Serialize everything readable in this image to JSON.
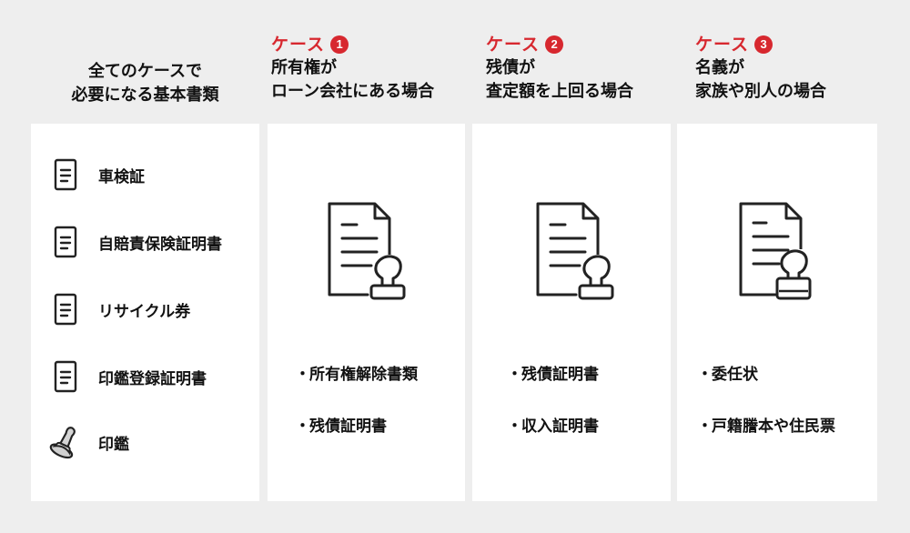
{
  "colors": {
    "background": "#eeeeee",
    "panel": "#ffffff",
    "accent_red": "#d7282f",
    "text": "#111111"
  },
  "common": {
    "heading": "全てのケースで\n必要になる基本書類",
    "items": [
      {
        "label": "車検証",
        "icon": "document-icon"
      },
      {
        "label": "自賠責保険証明書",
        "icon": "document-icon"
      },
      {
        "label": "リサイクル券",
        "icon": "document-icon"
      },
      {
        "label": "印鑑登録証明書",
        "icon": "document-icon"
      },
      {
        "label": "印鑑",
        "icon": "seal-stamp-icon"
      }
    ]
  },
  "cases": [
    {
      "case_label": "ケース",
      "number": "1",
      "title": "所有権が\nローン会社にある場合",
      "icon": "stamped-document-icon",
      "documents": [
        "所有権解除書類",
        "残債証明書"
      ]
    },
    {
      "case_label": "ケース",
      "number": "2",
      "title": "残債が\n査定額を上回る場合",
      "icon": "stamped-document-icon",
      "documents": [
        "残債証明書",
        "収入証明書"
      ]
    },
    {
      "case_label": "ケース",
      "number": "3",
      "title": "名義が\n家族や別人の場合",
      "icon": "stamped-document-icon",
      "documents": [
        "委任状",
        "戸籍謄本や住民票"
      ]
    }
  ],
  "bullet": "・"
}
